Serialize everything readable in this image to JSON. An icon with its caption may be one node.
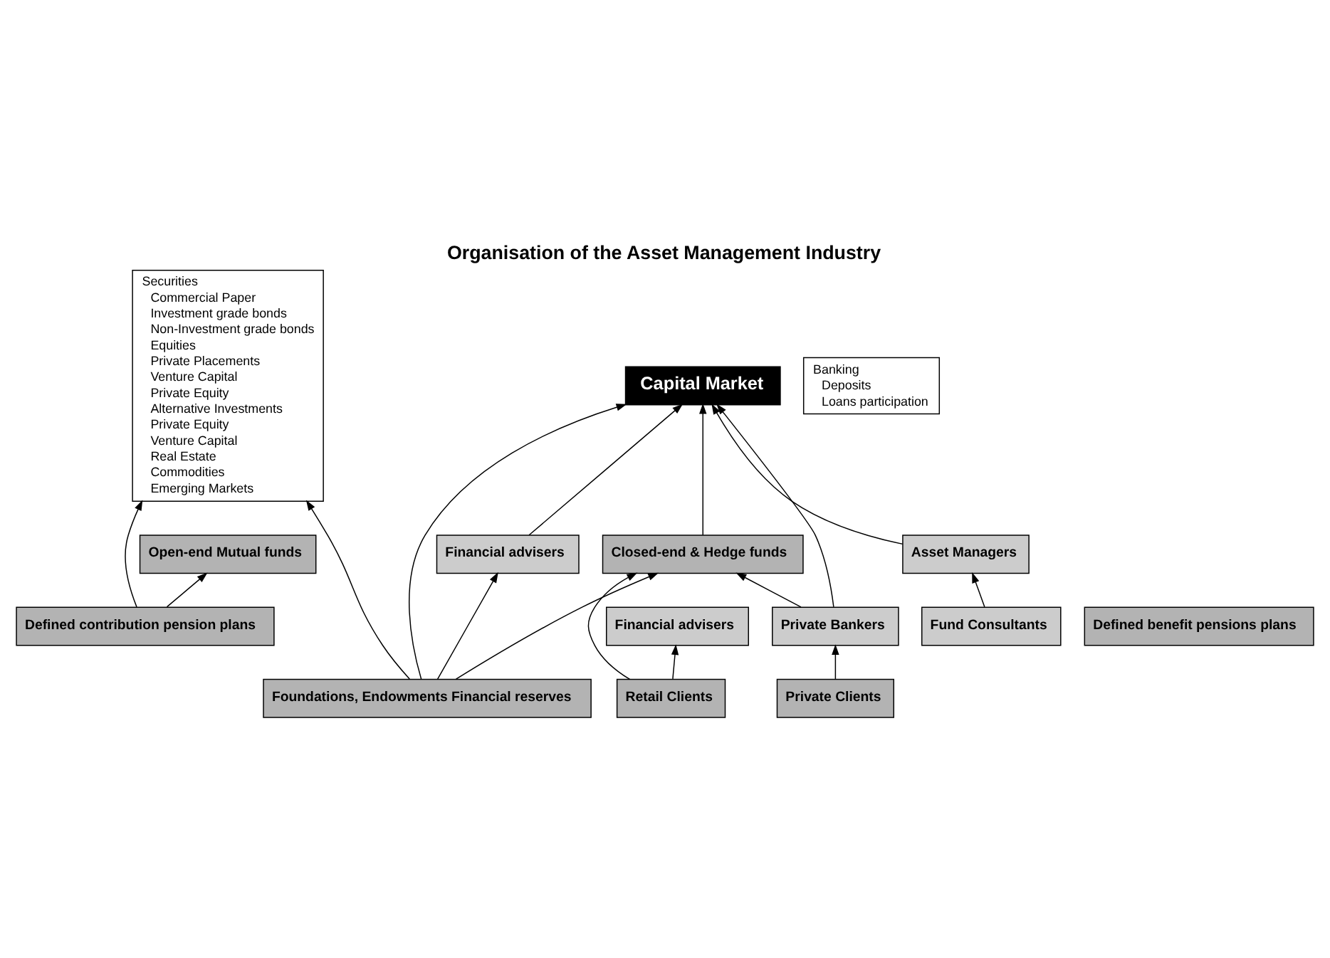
{
  "diagram": {
    "title": "Organisation of the Asset Management Industry",
    "nodes": [
      {
        "text": [
          "Securities",
          "Commercial Paper",
          "Investment grade bonds",
          "Non-Investment grade bonds",
          "Equities",
          "Private Placements",
          "Venture Capital",
          "Private Equity",
          "Alternative Investments",
          "Private Equity",
          "Venture Capital",
          "Real Estate",
          "Commodities",
          "Emerging Markets"
        ]
      },
      {
        "text": [
          "Capital Market"
        ]
      },
      {
        "text": [
          "Banking",
          "Deposits",
          "Loans participation"
        ]
      },
      {
        "text": [
          "Asset Managers"
        ]
      },
      {
        "text": [
          "Fund Consultants"
        ]
      },
      {
        "text": [
          "Financial advisers"
        ]
      },
      {
        "text": [
          "Closed-end & Hedge funds"
        ]
      },
      {
        "text": [
          "Open-end Mutual funds"
        ]
      },
      {
        "text": [
          "Defined benefit pensions plans"
        ]
      },
      {
        "text": [
          "Defined contribution pension plans"
        ]
      },
      {
        "text": [
          "Retail Clients"
        ]
      },
      {
        "text": [
          "Private Clients"
        ]
      },
      {
        "text": [
          "Foundations, Endowments Financial reserves"
        ]
      },
      {
        "text": [
          "Financial advisers"
        ]
      },
      {
        "text": [
          "Private Bankers"
        ]
      }
    ],
    "edges": [
      {
        "from": 4,
        "to": 3,
        "arrow": "to"
      },
      {
        "from": 3,
        "to": 1,
        "arrow": "to"
      },
      {
        "from": 5,
        "to": 1,
        "arrow": "to"
      },
      {
        "from": 6,
        "to": 1,
        "arrow": "to"
      },
      {
        "from": 14,
        "to": 1,
        "arrow": "to"
      },
      {
        "from": 14,
        "to": 6,
        "arrow": "to"
      },
      {
        "from": 9,
        "to": 7,
        "arrow": "to"
      },
      {
        "from": 9,
        "to": 0,
        "arrow": "to"
      },
      {
        "from": 10,
        "to": 6,
        "arrow": "to"
      },
      {
        "from": 12,
        "to": 0,
        "arrow": "to"
      },
      {
        "from": 12,
        "to": 1,
        "arrow": "to"
      },
      {
        "from": 12,
        "to": 6,
        "arrow": "to"
      },
      {
        "from": 12,
        "to": 5,
        "arrow": "to"
      },
      {
        "from": 10,
        "to": 13,
        "arrow": "to"
      },
      {
        "from": 11,
        "to": 14,
        "arrow": "to"
      }
    ]
  }
}
